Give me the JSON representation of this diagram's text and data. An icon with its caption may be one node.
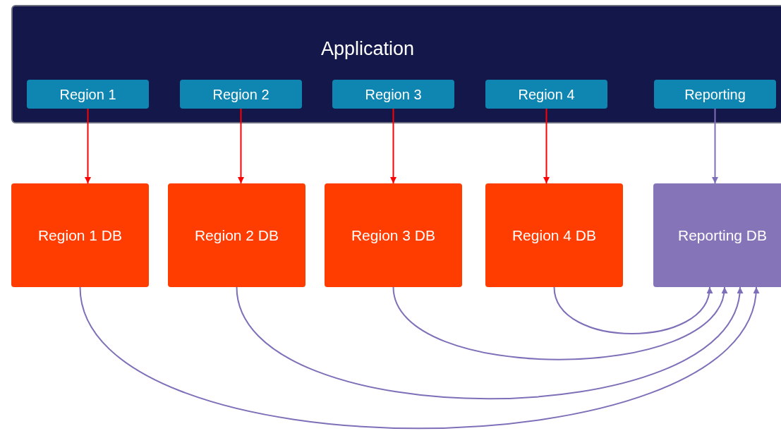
{
  "diagram": {
    "nodes": [
      {
        "text": [
          "Application"
        ]
      },
      {
        "text": [
          "Region 1"
        ],
        "in": 0
      },
      {
        "text": [
          "Region 2"
        ],
        "in": 0
      },
      {
        "text": [
          "Region 3"
        ],
        "in": 0
      },
      {
        "text": [
          "Region 4"
        ],
        "in": 0
      },
      {
        "text": [
          "Reporting"
        ],
        "in": 0
      },
      {
        "text": [
          "Region 1 DB"
        ]
      },
      {
        "text": [
          "Region 2 DB"
        ]
      },
      {
        "text": [
          "Region 3 DB"
        ]
      },
      {
        "text": [
          "Region 4 DB"
        ]
      },
      {
        "text": [
          "Reporting DB"
        ]
      }
    ],
    "edges": [
      {
        "from": 1,
        "to": 6,
        "arrow": "to",
        "color": "#ff0000"
      },
      {
        "from": 2,
        "to": 7,
        "arrow": "to",
        "color": "#ff0000"
      },
      {
        "from": 3,
        "to": 8,
        "arrow": "to",
        "color": "#ff0000"
      },
      {
        "from": 4,
        "to": 9,
        "arrow": "to",
        "color": "#ff0000"
      },
      {
        "from": 5,
        "to": 10,
        "arrow": "to"
      },
      {
        "from": 6,
        "to": 10,
        "arrow": "to"
      },
      {
        "from": 7,
        "to": 10,
        "arrow": "to"
      },
      {
        "from": 8,
        "to": 10,
        "arrow": "to"
      },
      {
        "from": 9,
        "to": 10,
        "arrow": "to"
      }
    ]
  }
}
